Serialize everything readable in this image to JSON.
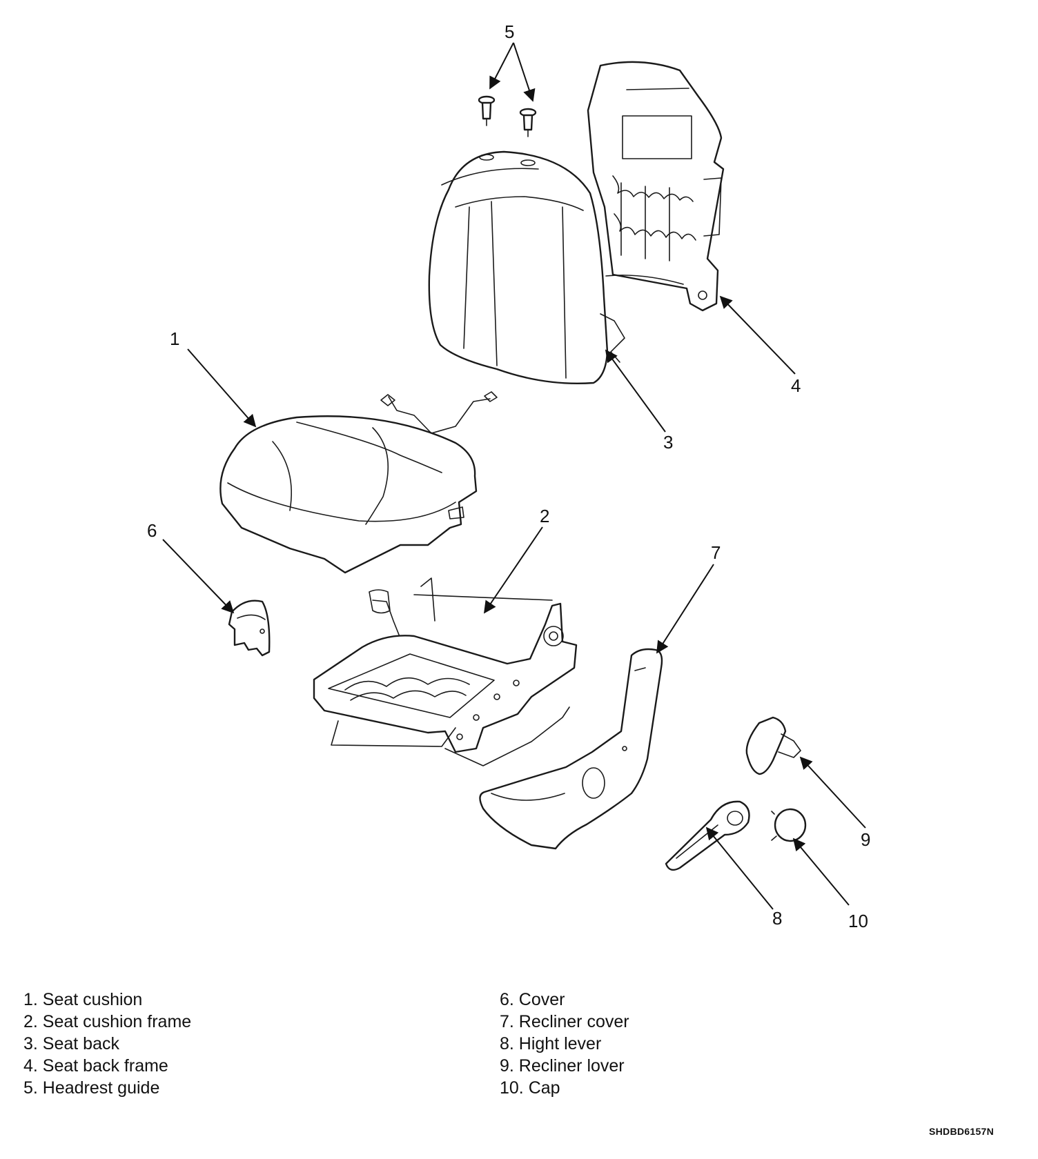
{
  "callouts": {
    "c1": "1",
    "c2": "2",
    "c3": "3",
    "c4": "4",
    "c5": "5",
    "c6": "6",
    "c7": "7",
    "c8": "8",
    "c9": "9",
    "c10": "10"
  },
  "legend": {
    "left": [
      "1. Seat cushion",
      "2. Seat cushion frame",
      "3. Seat back",
      "4. Seat back frame",
      "5. Headrest guide"
    ],
    "right": [
      "6. Cover",
      "7. Recliner cover",
      "8. Hight lever",
      "9. Recliner lover",
      "10. Cap"
    ]
  },
  "figure_code": "SHDBD6157N"
}
